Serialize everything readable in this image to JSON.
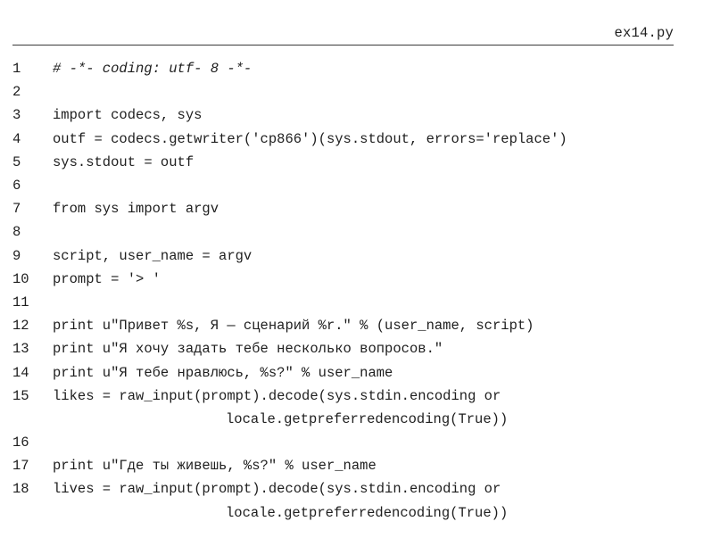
{
  "file": {
    "name": "ex14.py"
  },
  "code": {
    "lines": [
      {
        "number": "1",
        "text": "# -*- coding: utf- 8 -*-"
      },
      {
        "number": "2",
        "text": ""
      },
      {
        "number": "3",
        "text": "import codecs, sys"
      },
      {
        "number": "4",
        "text": "outf = codecs.getwriter('cp866')(sys.stdout, errors='replace')"
      },
      {
        "number": "5",
        "text": "sys.stdout = outf"
      },
      {
        "number": "6",
        "text": ""
      },
      {
        "number": "7",
        "text": "from sys import argv"
      },
      {
        "number": "8",
        "text": ""
      },
      {
        "number": "9",
        "text": "script, user_name = argv"
      },
      {
        "number": "10",
        "text": "prompt = '> '"
      },
      {
        "number": "11",
        "text": ""
      },
      {
        "number": "12",
        "text": "print u\"Привет %s, Я — сценарий %r.\" % (user_name, script)"
      },
      {
        "number": "13",
        "text": "print u\"Я хочу задать тебе несколько вопросов.\""
      },
      {
        "number": "14",
        "text": "print u\"Я тебе нравлюсь, %s?\" % user_name"
      },
      {
        "number": "15",
        "text": "likes = raw_input(prompt).decode(sys.stdin.encoding or"
      },
      {
        "number": "",
        "text": "locale.getpreferredencoding(True))"
      },
      {
        "number": "16",
        "text": ""
      },
      {
        "number": "17",
        "text": "print u\"Где ты живешь, %s?\" % user_name"
      },
      {
        "number": "18",
        "text": "lives = raw_input(prompt).decode(sys.stdin.encoding or"
      },
      {
        "number": "",
        "text": "locale.getpreferredencoding(True))"
      }
    ]
  }
}
